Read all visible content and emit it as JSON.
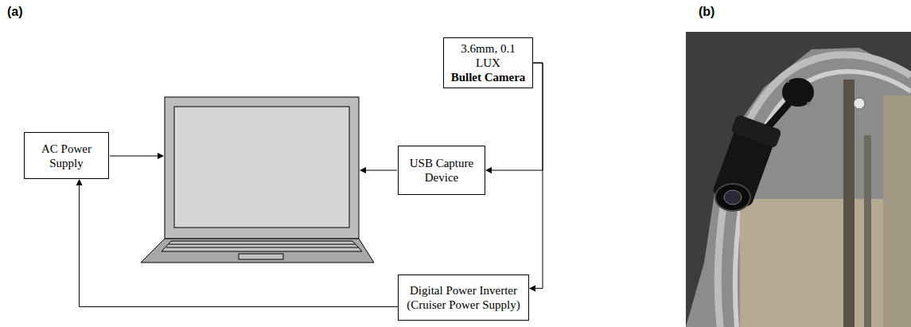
{
  "diagram": {
    "nodes": [
      {
        "text": [
          "3.6mm, 0.1 LUX",
          "Bullet Camera"
        ]
      },
      {
        "text": [
          "AC Power Supply"
        ]
      },
      {
        "text": [
          "USB Capture Device"
        ]
      },
      {
        "text": [
          "Digital Power Inverter",
          "(Cruiser Power Supply)"
        ]
      }
    ],
    "edges": [
      {
        "from": 0,
        "to": 2,
        "arrow": "to"
      },
      {
        "from": 0,
        "to": 3,
        "arrow": "to"
      },
      {
        "from": 3,
        "to": 1,
        "arrow": "to"
      }
    ],
    "labels": [
      "(a)",
      "(b)"
    ]
  }
}
